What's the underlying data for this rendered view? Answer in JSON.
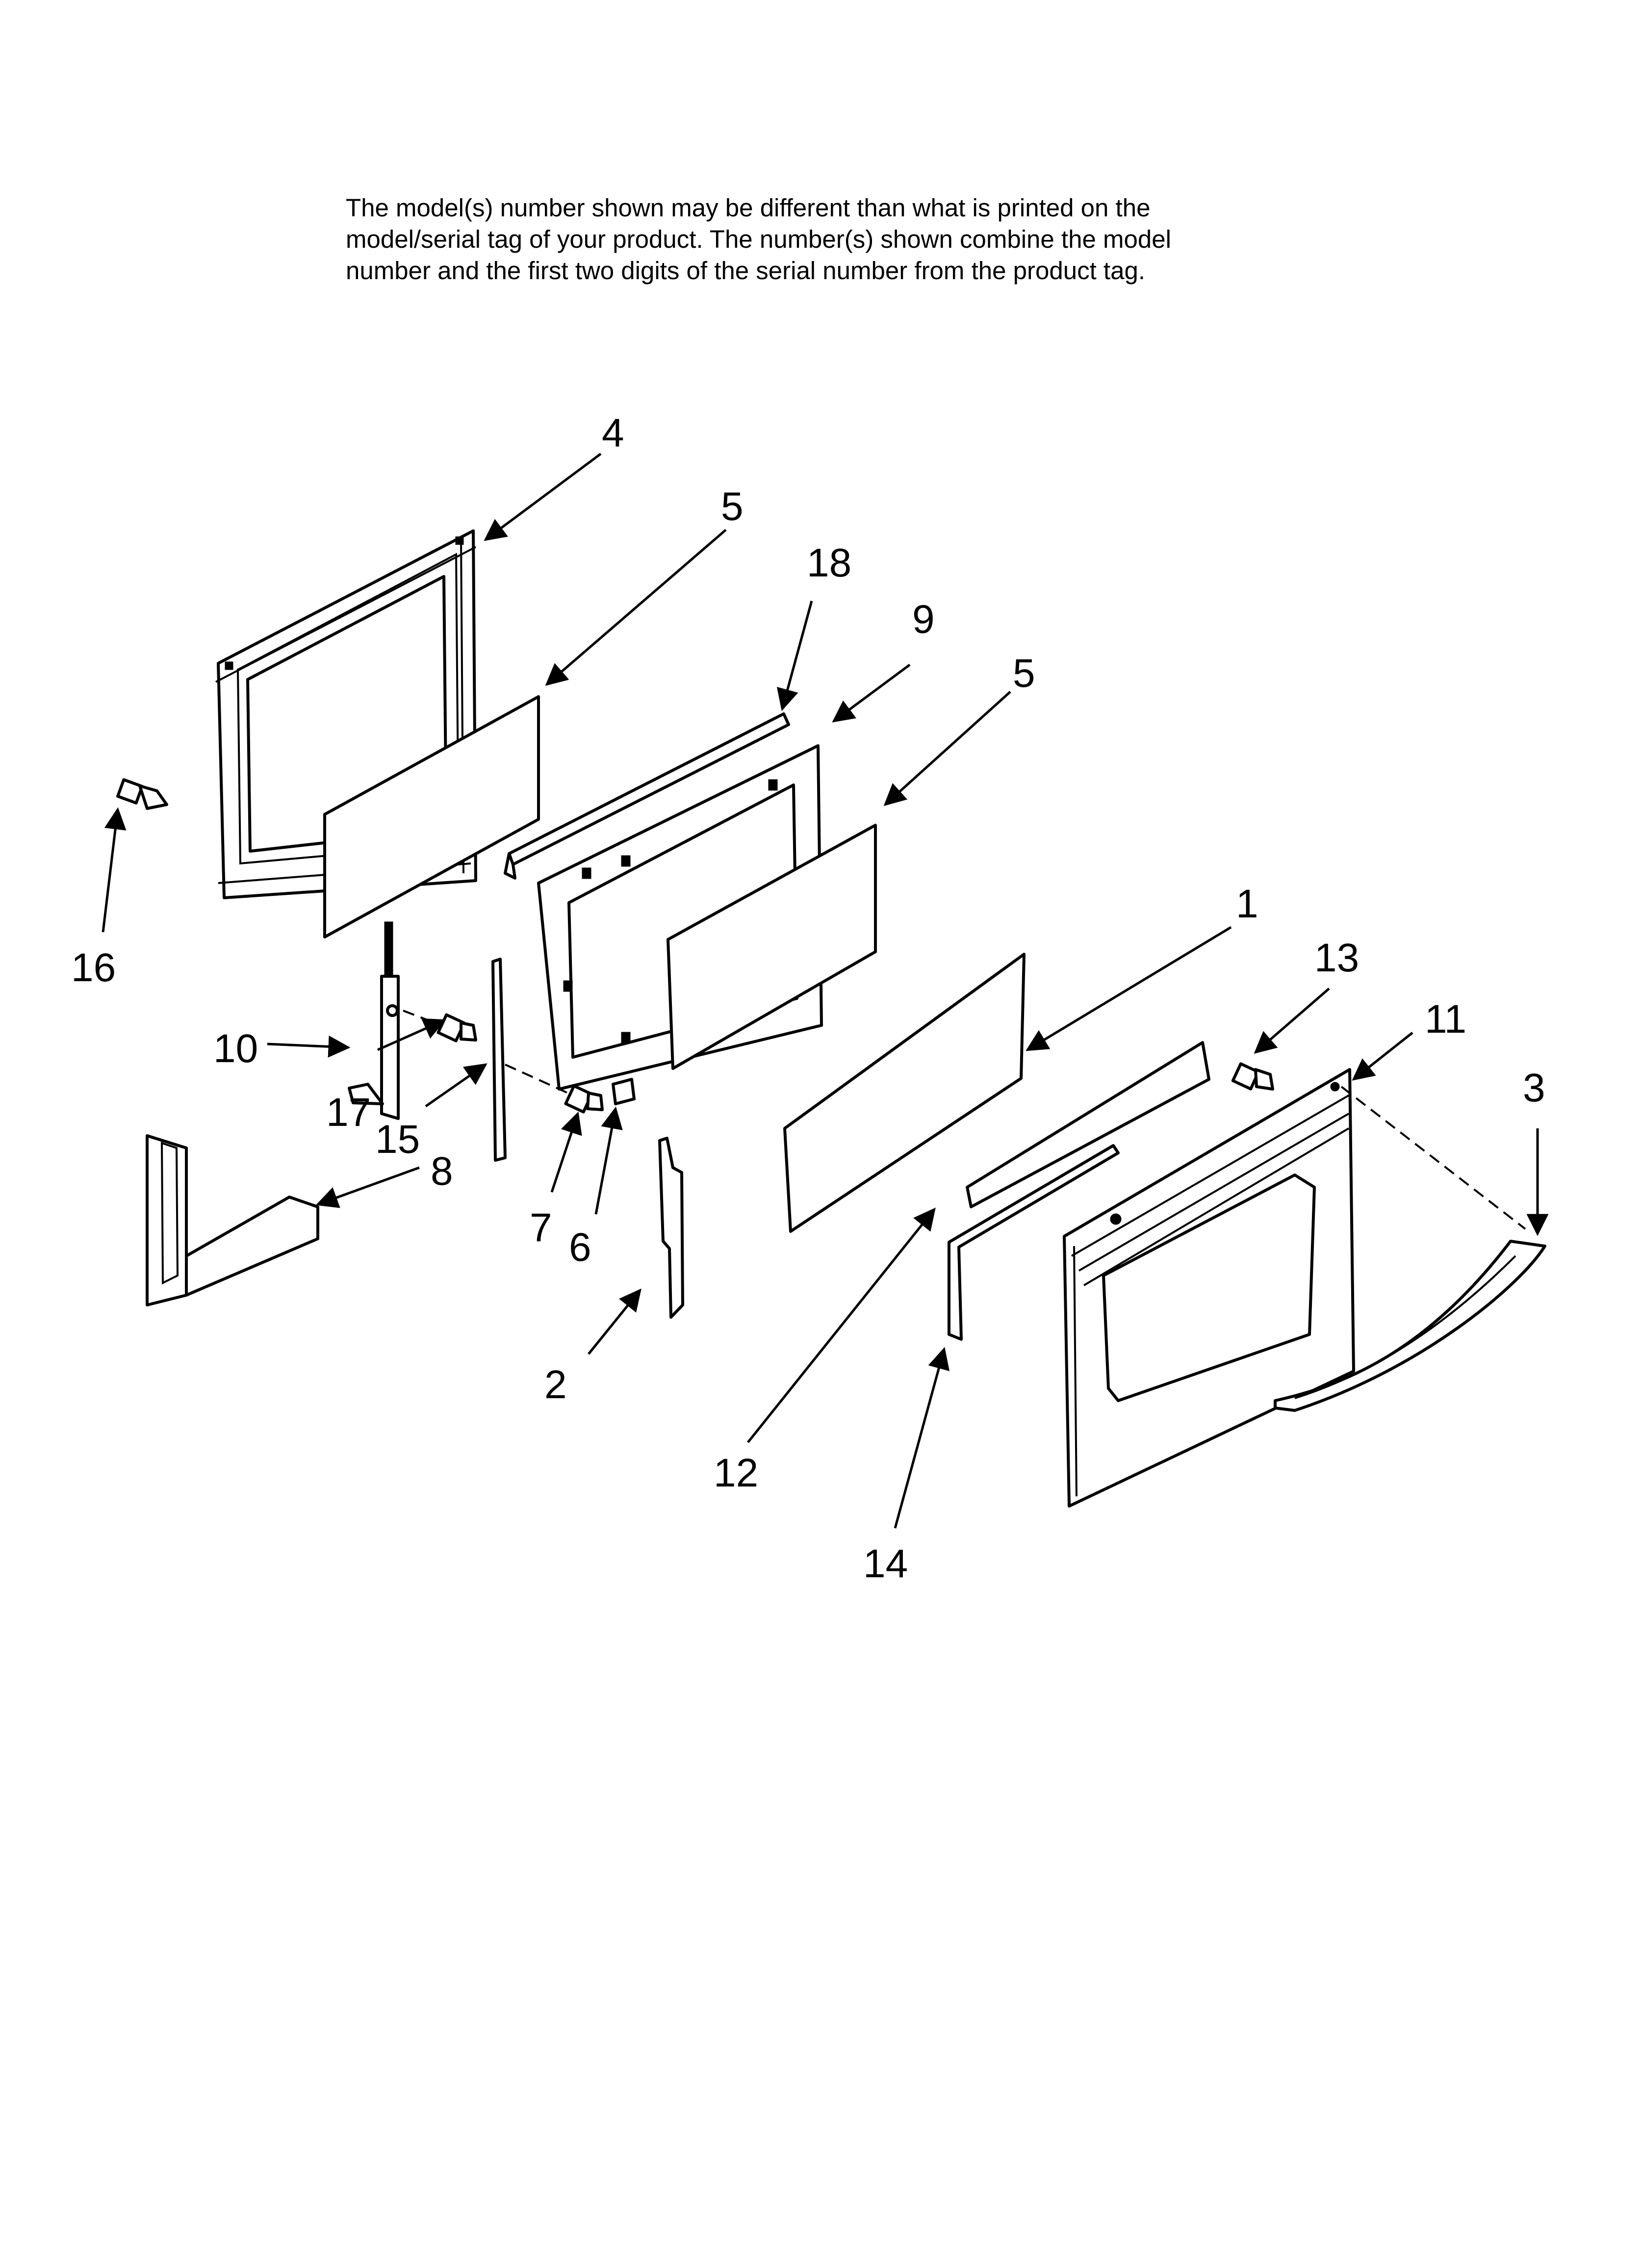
{
  "note": {
    "lines": [
      "The model(s) number shown may be different than what is printed on the",
      "model/serial tag of your product. The number(s) shown combine the model",
      "number and the first two digits of the serial number from the product tag."
    ]
  },
  "callouts": {
    "c1": "1",
    "c2": "2",
    "c3": "3",
    "c4": "4",
    "c5a": "5",
    "c5b": "5",
    "c6": "6",
    "c7": "7",
    "c8": "8",
    "c9": "9",
    "c10": "10",
    "c11": "11",
    "c12": "12",
    "c13": "13",
    "c14": "14",
    "c15": "15",
    "c16": "16",
    "c17": "17",
    "c18": "18"
  },
  "colors": {
    "ink": "#000000",
    "paper": "#ffffff"
  }
}
